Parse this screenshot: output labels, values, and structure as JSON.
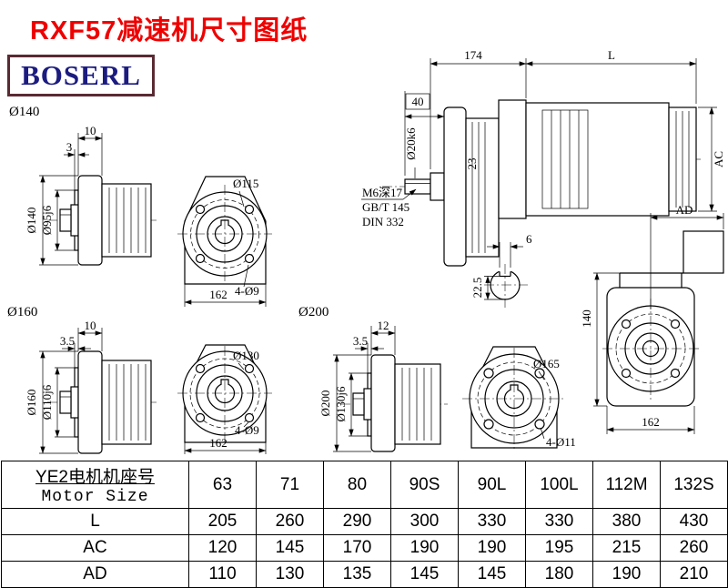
{
  "title": "RXF57减速机尺寸图纸",
  "logo": "BOSERL",
  "colors": {
    "title_red": "#ee0000",
    "logo_text": "#1b1b80",
    "logo_border": "#5a2a33"
  },
  "assembly": {
    "dim_174": "174",
    "dim_L": "L",
    "dim_40": "40",
    "shaft_dia": "Ø20k6",
    "dim_23": "23",
    "dim_AC": "AC",
    "center_hole_1": "M6深17",
    "center_hole_2": "GB/T 145",
    "center_hole_3": "DIN 332",
    "key_width": "6",
    "key_depth": "22.5"
  },
  "rear_view": {
    "dim_AD": "AD",
    "dim_140": "140",
    "dim_162": "162"
  },
  "flange140": {
    "label": "Ø140",
    "dim_thickness": "10",
    "dim_step": "3",
    "dim_outer": "Ø140",
    "dim_spigot": "Ø95j6",
    "dim_bolt_circle": "Ø115",
    "dim_holes": "4-Ø9",
    "dim_width": "162"
  },
  "flange160": {
    "label": "Ø160",
    "dim_thickness": "10",
    "dim_step": "3.5",
    "dim_outer": "Ø160",
    "dim_spigot": "Ø110j6",
    "dim_bolt_circle": "Ø130",
    "dim_holes": "4-Ø9",
    "dim_width": "162"
  },
  "flange200": {
    "label": "Ø200",
    "dim_thickness": "12",
    "dim_step": "3.5",
    "dim_outer": "Ø200",
    "dim_spigot": "Ø130j6",
    "dim_bolt_circle": "Ø165",
    "dim_holes": "4-Ø11"
  },
  "table": {
    "header_cn": "YE2电机机座号",
    "header_en": "Motor Size",
    "columns": [
      "63",
      "71",
      "80",
      "90S",
      "90L",
      "100L",
      "112M",
      "132S"
    ],
    "rows": [
      {
        "label": "L",
        "values": [
          "205",
          "260",
          "290",
          "300",
          "330",
          "330",
          "380",
          "430"
        ]
      },
      {
        "label": "AC",
        "values": [
          "120",
          "145",
          "170",
          "190",
          "190",
          "195",
          "215",
          "260"
        ]
      },
      {
        "label": "AD",
        "values": [
          "110",
          "130",
          "135",
          "145",
          "145",
          "180",
          "190",
          "210"
        ]
      }
    ]
  }
}
